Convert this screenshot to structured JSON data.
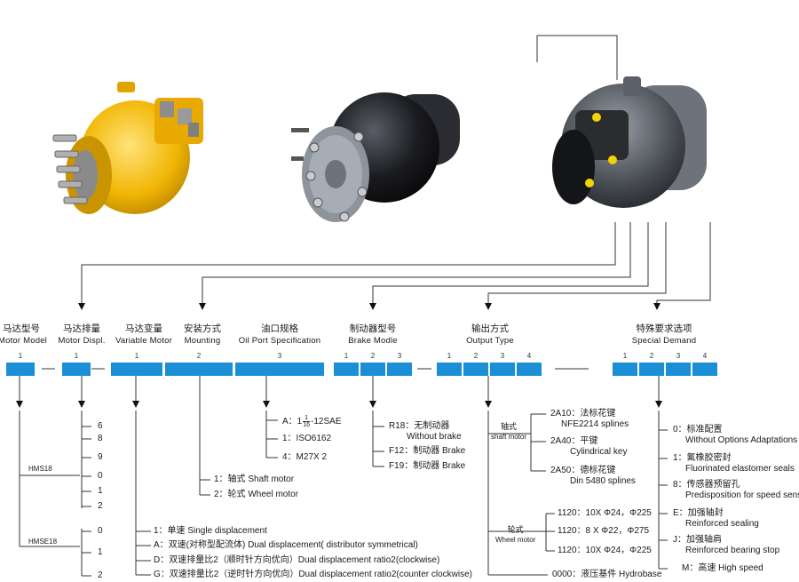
{
  "headers": {
    "motor_model": {
      "cn": "马达型号",
      "en": "Motor Model"
    },
    "motor_displ": {
      "cn": "马达排量",
      "en": "Motor Displ."
    },
    "variable_motor": {
      "cn": "马达变量",
      "en": "Variable Motor"
    },
    "mounting": {
      "cn": "安装方式",
      "en": "Mounting"
    },
    "oil_port": {
      "cn": "油口规格",
      "en": "Oil Port Specification"
    },
    "brake_model": {
      "cn": "制动器型号",
      "en": "Brake Modle"
    },
    "output_type": {
      "cn": "输出方式",
      "en": "Output Type"
    },
    "special_demand": {
      "cn": "特殊要求选项",
      "en": "Special Demand"
    }
  },
  "box_numbers": [
    "1",
    "1",
    "1",
    "2",
    "3",
    "1",
    "2",
    "3",
    "1",
    "2",
    "3",
    "4",
    "1",
    "2",
    "3",
    "4"
  ],
  "motor_model": {
    "hms18": "HMS18",
    "hmse18": "HMSE18",
    "hms18_values": [
      "6",
      "8",
      "9",
      "0",
      "1",
      "2"
    ],
    "hmse18_values": [
      "0",
      "1",
      "2"
    ]
  },
  "variable_options": [
    "1：单速  Single displacement",
    "A：双速(对称型配流体) Dual displacement( distributor symmetrical)",
    "D：双速排量比2（顺时针方向优向）Dual displacement ratio2(clockwise)",
    "G：双速排量比2（逆时针方向优向）Dual displacement ratio2(counter clockwise)"
  ],
  "mounting_options": [
    "1：轴式  Shaft motor",
    "2：轮式  Wheel motor"
  ],
  "oil_port_options": {
    "a_prefix": "A：1",
    "a_fraction_num": "1",
    "a_fraction_den": "16",
    "a_suffix": "-12SAE",
    "opt1": "1：ISO6162",
    "opt4": "4：M27X 2"
  },
  "brake_options": [
    {
      "cn": "R18：无制动器",
      "en": "Without brake"
    },
    {
      "cn": "F12：制动器 Brake",
      "en": ""
    },
    {
      "cn": "F19：制动器 Brake",
      "en": ""
    }
  ],
  "output_options": {
    "shaft_cn": "轴式",
    "shaft_en": "shaft motor",
    "shaft": [
      {
        "cn": "2A10：法标花键",
        "en": "NFE2214 splines"
      },
      {
        "cn": "2A40：平键",
        "en": "Cylindrical key"
      },
      {
        "cn": "2A50：德标花键",
        "en": "Din 5480 splines"
      }
    ],
    "wheel_cn": "轮式",
    "wheel_en": "Wheel motor",
    "wheel": [
      "1120：10X Φ24，Φ225",
      "1120：8 X Φ22，Φ275",
      "1120：10X Φ24，Φ225"
    ],
    "hydrobase": "0000：液压基件 Hydrobase"
  },
  "special_options": [
    {
      "cn": "0：标准配置",
      "en": "Without Options Adaptations"
    },
    {
      "cn": "1：氟橡胶密封",
      "en": "Fluorinated elastomer seals"
    },
    {
      "cn": "8：传感器预留孔",
      "en": "Predisposition for speed sensor"
    },
    {
      "cn": "E：加强轴封",
      "en": "Reinforced sealing"
    },
    {
      "cn": "J：加强轴肩",
      "en": "Reinforced bearing stop"
    },
    {
      "cn": "M：高速  High speed",
      "en": ""
    }
  ],
  "colors": {
    "box": "#1a8fd6",
    "motor_yellow": "#f2b705",
    "motor_black": "#1b1c20"
  }
}
